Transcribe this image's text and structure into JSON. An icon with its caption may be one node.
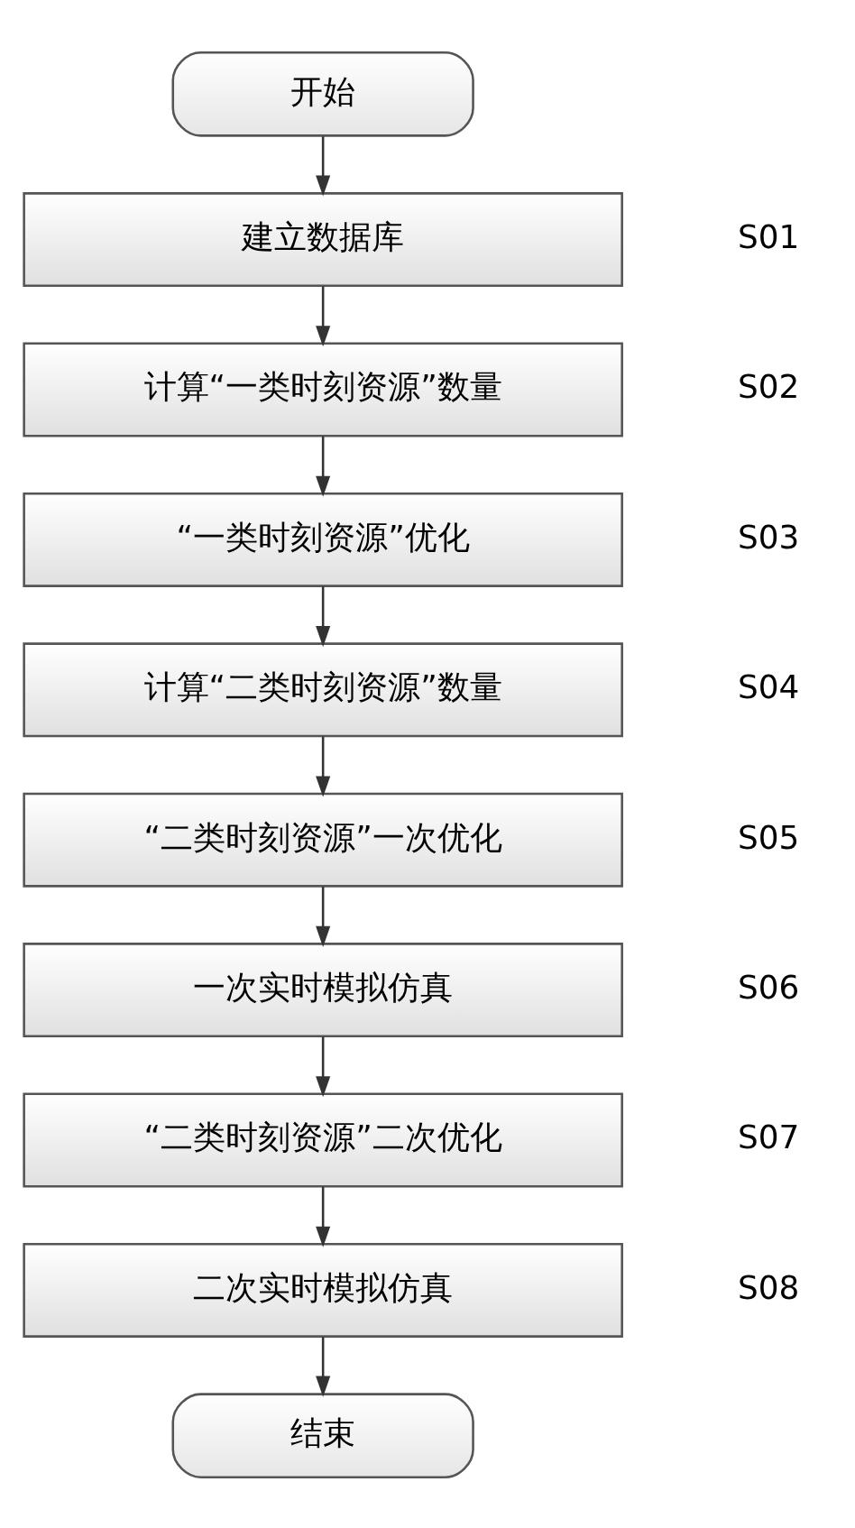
{
  "diagram": {
    "nodes": [
      {
        "text": [
          "开始"
        ]
      },
      {
        "text": [
          "建立数据库"
        ],
        "beside": [
          "S01"
        ]
      },
      {
        "text": [
          "计算“一类时刻资源”数量"
        ],
        "beside": [
          "S02"
        ]
      },
      {
        "text": [
          "“一类时刻资源”优化"
        ],
        "beside": [
          "S03"
        ]
      },
      {
        "text": [
          "计算“二类时刻资源”数量"
        ],
        "beside": [
          "S04"
        ]
      },
      {
        "text": [
          "“二类时刻资源”一次优化"
        ],
        "beside": [
          "S05"
        ]
      },
      {
        "text": [
          "一次实时模拟仿真"
        ],
        "beside": [
          "S06"
        ]
      },
      {
        "text": [
          "“二类时刻资源”二次优化"
        ],
        "beside": [
          "S07"
        ]
      },
      {
        "text": [
          "二次实时模拟仿真"
        ],
        "beside": [
          "S08"
        ]
      },
      {
        "text": [
          "结束"
        ]
      }
    ],
    "edges": [
      {
        "from": 0,
        "to": 1,
        "arrow": "to"
      },
      {
        "from": 1,
        "to": 2,
        "arrow": "to"
      },
      {
        "from": 2,
        "to": 3,
        "arrow": "to"
      },
      {
        "from": 3,
        "to": 4,
        "arrow": "to"
      },
      {
        "from": 4,
        "to": 5,
        "arrow": "to"
      },
      {
        "from": 5,
        "to": 6,
        "arrow": "to"
      },
      {
        "from": 6,
        "to": 7,
        "arrow": "to"
      },
      {
        "from": 7,
        "to": 8,
        "arrow": "to"
      },
      {
        "from": 8,
        "to": 9,
        "arrow": "to"
      }
    ]
  }
}
